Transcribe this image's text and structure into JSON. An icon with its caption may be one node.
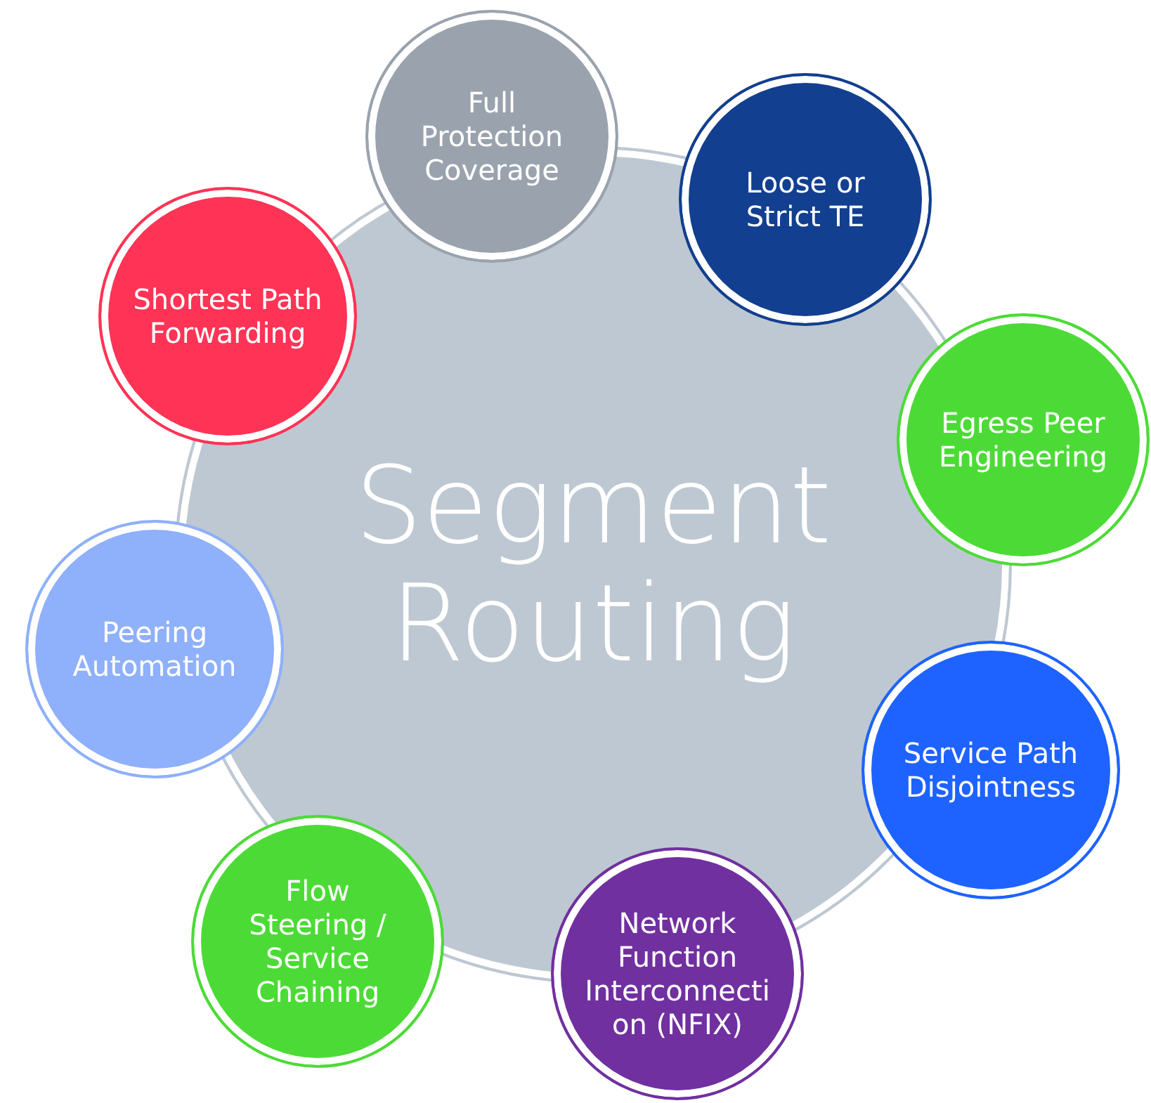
{
  "diagram": {
    "nodes": [
      {
        "text": [
          "Segment Routing"
        ]
      },
      {
        "text": [
          "Full Protection Coverage"
        ]
      },
      {
        "text": [
          "Loose or Strict TE"
        ]
      },
      {
        "text": [
          "Egress Peer Engineering"
        ]
      },
      {
        "text": [
          "Service Path Disjointness"
        ]
      },
      {
        "text": [
          "Network Function Interconnection (NFIX)"
        ]
      },
      {
        "text": [
          "Flow Steering / Service Chaining"
        ]
      },
      {
        "text": [
          "Peering Automation"
        ]
      },
      {
        "text": [
          "Shortest Path Forwarding"
        ]
      }
    ],
    "edges": []
  }
}
